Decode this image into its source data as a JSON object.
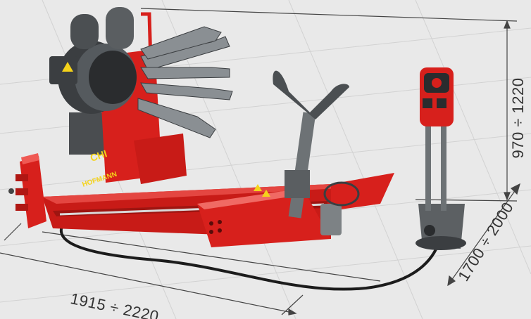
{
  "dimensions": {
    "width": "1915 ÷ 2220",
    "height": "970 ÷ 1220",
    "depth": "1700 ÷ 2000"
  },
  "machine_branding": {
    "side_lettering": "HOFMANN",
    "logo_fragment": "CHI"
  },
  "colors": {
    "background": "#e9e9e9",
    "grid": "#d2d2d2",
    "machine_red": "#d7201c",
    "machine_red_dark": "#9e1511",
    "steel_gray": "#6d7275",
    "dark_gray": "#3b3e41",
    "warning_yellow": "#f5d31a",
    "dimension_line": "#444444"
  },
  "icons": {
    "warning_label": "triangle-warning-icon"
  }
}
